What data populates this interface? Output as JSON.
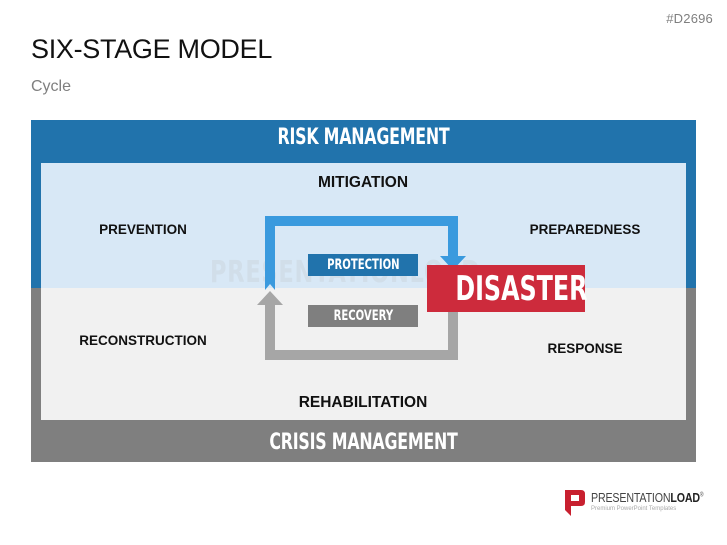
{
  "header": {
    "code": "#D2696",
    "title": "SIX-STAGE MODEL",
    "subtitle": "Cycle"
  },
  "diagram": {
    "top_band": {
      "label": "RISK MANAGEMENT",
      "color": "#2173ac"
    },
    "bottom_band": {
      "label": "CRISIS MANAGEMENT",
      "color": "#7f7f7f"
    },
    "stages": {
      "mitigation": "MITIGATION",
      "prevention": "PREVENTION",
      "preparedness": "PREPAREDNESS",
      "reconstruction": "RECONSTRUCTION",
      "response": "RESPONSE",
      "rehabilitation": "REHABILITATION"
    },
    "cycle": {
      "protection": "PROTECTION",
      "recovery": "RECOVERY",
      "center": "DISASTER",
      "center_color": "#cd2b3c",
      "protection_arrow_color": "#3a9ade",
      "recovery_arrow_color": "#a6a6a6"
    }
  },
  "watermark": "PRESENTATIONLOAD",
  "footer": {
    "brand_light": "PRESENTATION",
    "brand_bold": "LOAD",
    "trademark": "®",
    "tagline": "Premium PowerPoint Templates",
    "brand_color": "#c8202f"
  }
}
